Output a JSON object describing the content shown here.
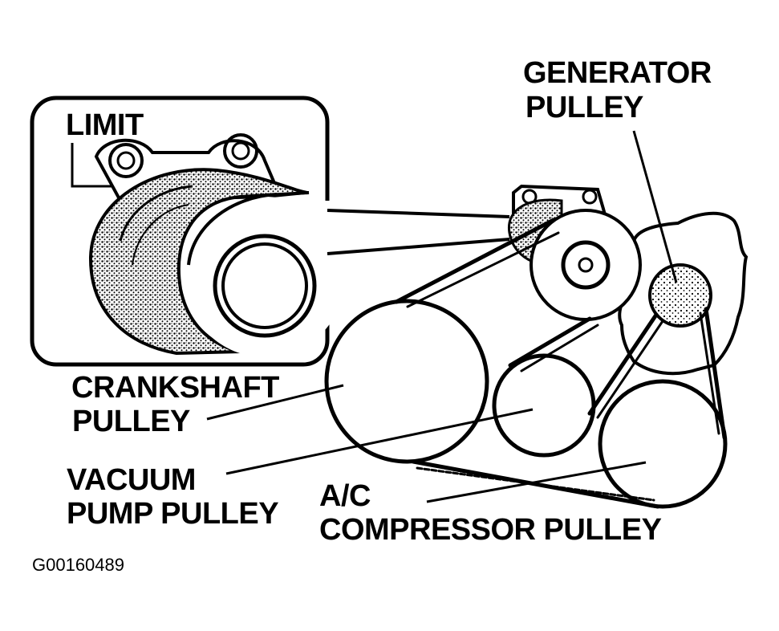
{
  "labels": {
    "limit": "LIMIT",
    "generator_line1": "GENERATOR",
    "generator_line2": "PULLEY",
    "crankshaft_line1": "CRANKSHAFT",
    "crankshaft_line2": "PULLEY",
    "vacuum_line1": "VACUUM",
    "vacuum_line2": "PUMP PULLEY",
    "ac_line1": "A/C",
    "ac_line2": "COMPRESSOR PULLEY"
  },
  "figure_code": "G00160489",
  "colors": {
    "ink": "#000000",
    "background": "#ffffff",
    "shading": "#9a9a9a"
  }
}
